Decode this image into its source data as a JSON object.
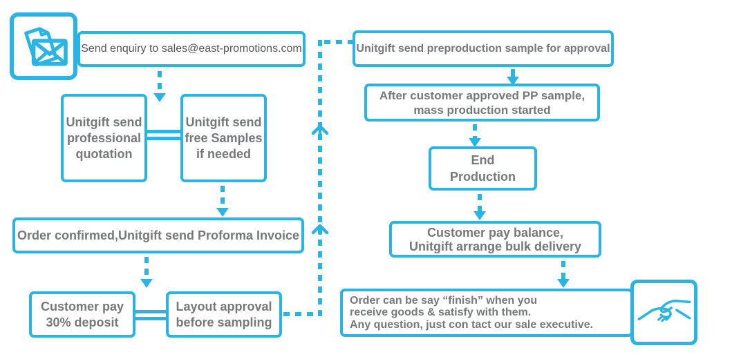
{
  "colors": {
    "accent": "#2ab4e4",
    "box_text": "#77787b",
    "enquiry_text": "#55565a",
    "background": "#ffffff"
  },
  "boxes": {
    "send_enquiry": {
      "label": "Send enquiry to sales@east-promotions.com"
    },
    "quotation": {
      "label": "Unitgift send\nprofessional\nquotation"
    },
    "free_samples": {
      "label": "Unitgift send\nfree Samples\nif needed"
    },
    "order_confirmed": {
      "label": "Order confirmed,Unitgift send Proforma Invoice"
    },
    "deposit": {
      "label": "Customer pay\n30% deposit"
    },
    "layout_approval": {
      "label": "Layout approval\nbefore sampling"
    },
    "preproduction": {
      "label": "Unitgift send preproduction sample for approval"
    },
    "pp_approved": {
      "label": "After customer approved PP sample,\nmass production started"
    },
    "end_production": {
      "label": "End\nProduction"
    },
    "pay_balance": {
      "label": "Customer pay balance,\nUnitgift arrange bulk delivery"
    },
    "finish": {
      "label": "Order can be say “finish” when you\nreceive goods & satisfy with them.\nAny question, just con tact our sale executive."
    }
  },
  "icons": {
    "enquiry": "envelope-icon",
    "finish": "handshake-icon"
  }
}
